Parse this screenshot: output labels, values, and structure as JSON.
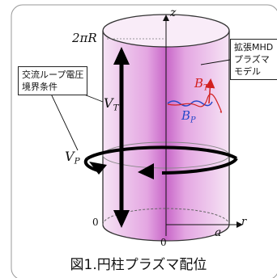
{
  "labels": {
    "mhd_box": "拡張MHD\nプラズマ\nモデル",
    "boundary_box": "交流ループ電圧\n境界条件",
    "z_axis": "z",
    "r_axis": "r",
    "height": "2πR",
    "zero_top": "0",
    "zero_bottom": "0",
    "radius": "a",
    "vt_main": "V",
    "vt_sub": "T",
    "vp_main": "V",
    "vp_sub": "P",
    "bt_main": "B",
    "bt_sub": "T",
    "bp_main": "B",
    "bp_sub": "P"
  },
  "caption": "図1.円柱プラズマ配位",
  "colors": {
    "plasma": "#e9b6e6",
    "plasma_core": "#c860c8",
    "bt": "#d22020",
    "bp": "#2848c8",
    "outline": "#111111"
  }
}
